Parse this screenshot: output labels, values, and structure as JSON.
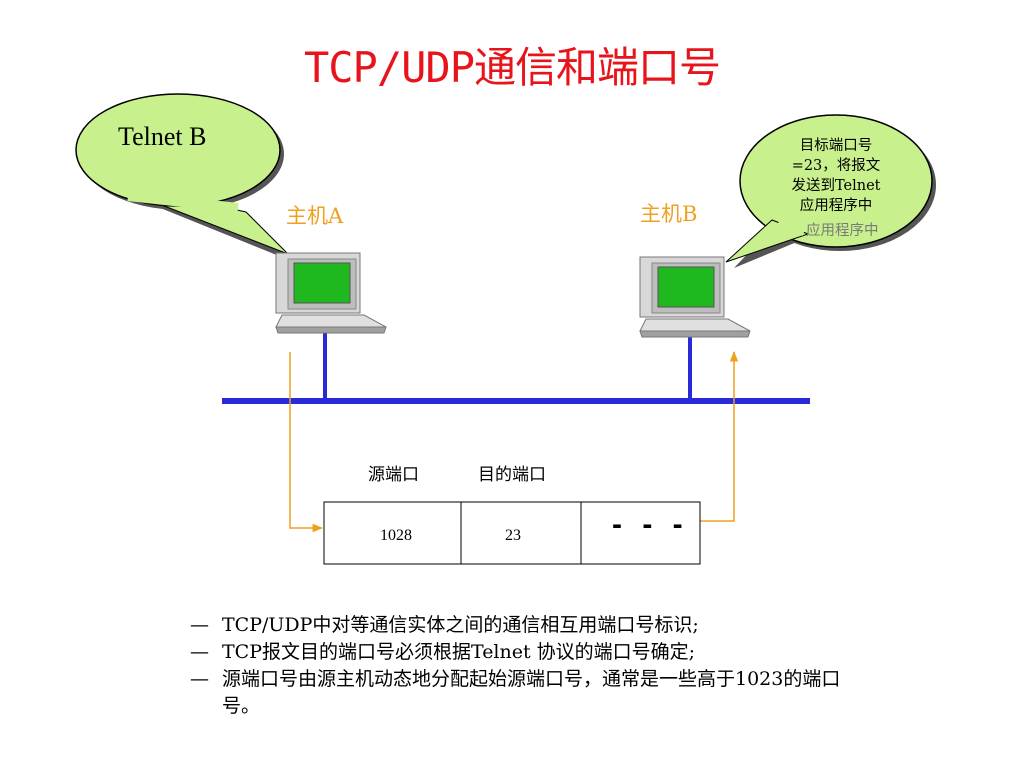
{
  "title": "TCP/UDP通信和端口号",
  "bubble_left": {
    "text": "Telnet B"
  },
  "bubble_right": {
    "lines": [
      "目标端口号",
      "=23，将报文",
      "发送到Telnet",
      "应用程序中"
    ],
    "shadow_text": "应用程序中"
  },
  "hosts": {
    "a_label": "主机A",
    "b_label": "主机B"
  },
  "packet": {
    "field_labels": [
      "源端口",
      "目的端口"
    ],
    "cells": [
      "1028",
      "23",
      "- - -"
    ]
  },
  "notes": [
    "TCP/UDP中对等通信实体之间的通信相互用端口号标识;",
    "TCP报文目的端口号必须根据Telnet 协议的端口号确定;",
    "源端口号由源主机动态地分配起始源端口号，通常是一些高于1023的端口号。"
  ],
  "note_dash": "—",
  "colors": {
    "title": "#e8141c",
    "bubble_fill": "#c8f08c",
    "network": "#2a2ad8",
    "arrow": "#f0a020",
    "screen": "#1fb81f"
  }
}
